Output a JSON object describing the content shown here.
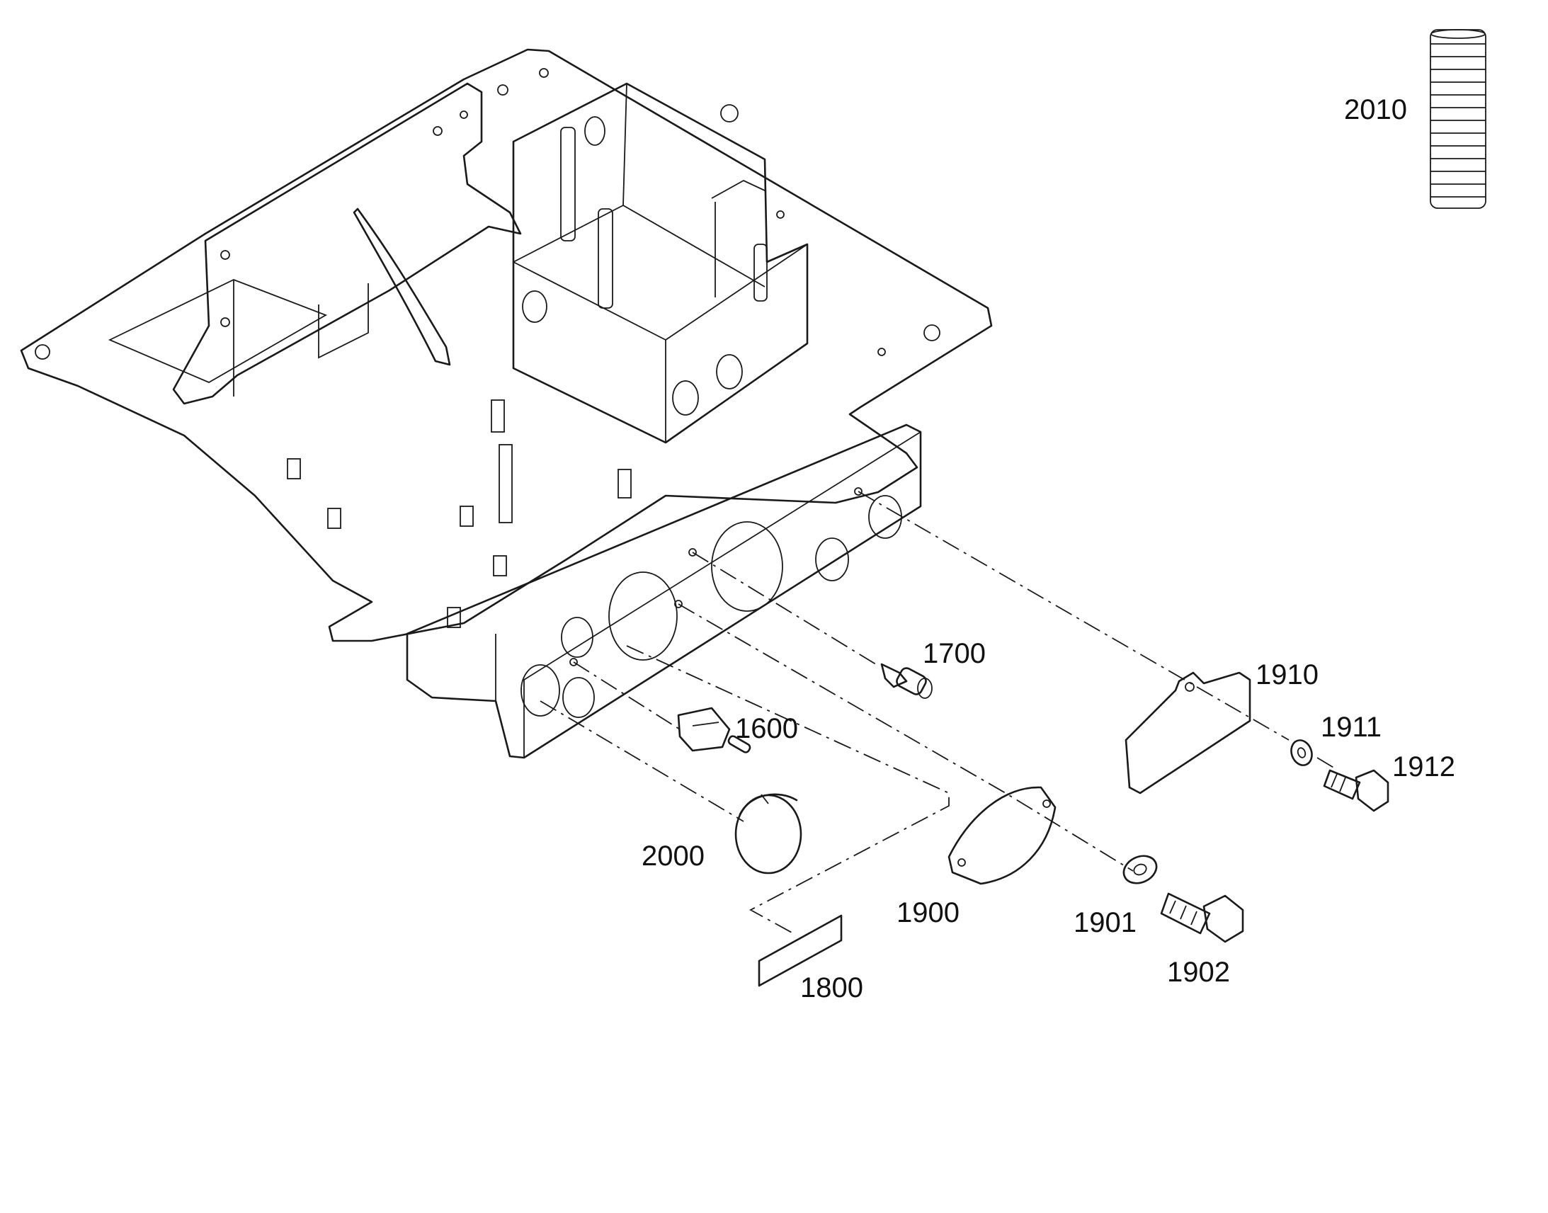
{
  "callouts": {
    "c2010": "2010",
    "c1700": "1700",
    "c1910": "1910",
    "c1911": "1911",
    "c1912": "1912",
    "c1600": "1600",
    "c2000": "2000",
    "c1900": "1900",
    "c1901": "1901",
    "c1902": "1902",
    "c1800": "1800"
  },
  "colors": {
    "line": "#1a1a1a",
    "background": "#ffffff"
  }
}
